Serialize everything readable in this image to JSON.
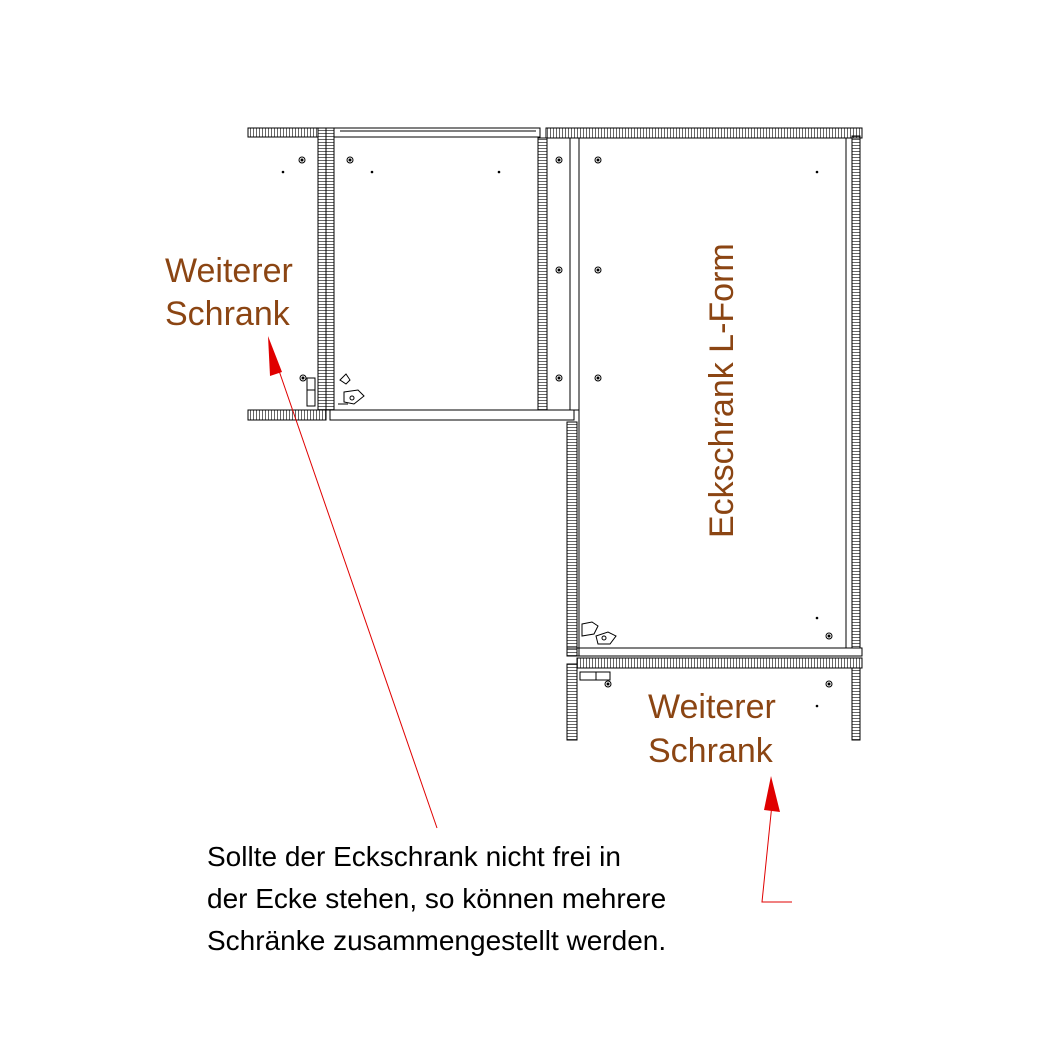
{
  "labels": {
    "left_cabinet": [
      "Weiterer",
      "Schrank"
    ],
    "bottom_cabinet": [
      "Weiterer",
      "Schrank"
    ],
    "corner_cabinet": "Eckschrank L-Form",
    "note": [
      "Sollte der Eckschrank nicht frei in",
      "der Ecke stehen, so können mehrere",
      "Schränke zusammengestellt werden."
    ]
  },
  "colors": {
    "label": "#8B4513",
    "arrow": "#E00000",
    "lines": "#000000",
    "text": "#000000"
  }
}
